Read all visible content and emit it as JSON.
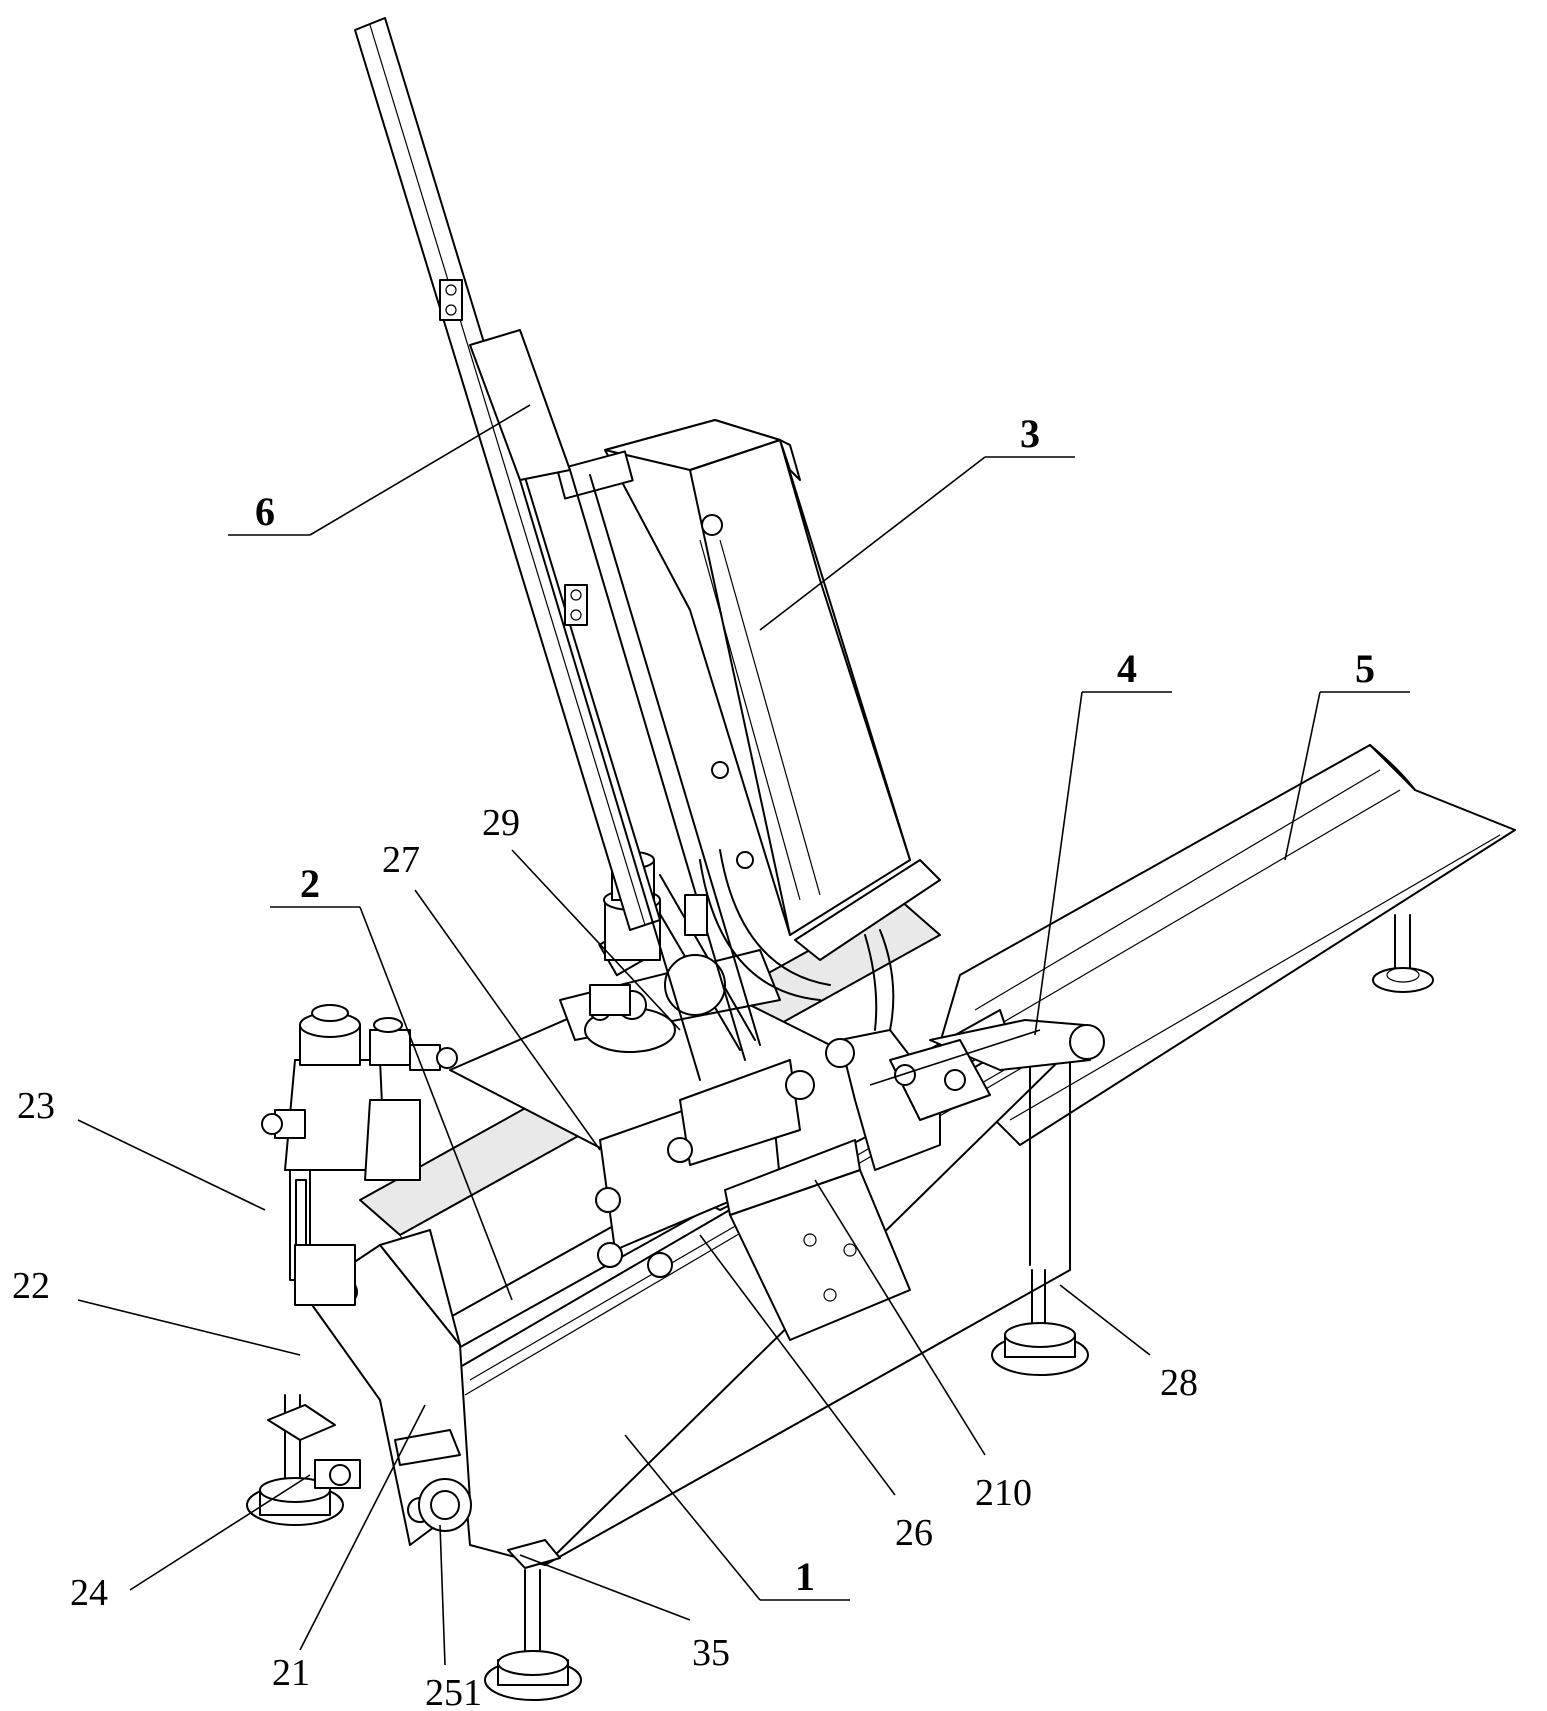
{
  "labels": {
    "l1": "1",
    "l2": "2",
    "l3": "3",
    "l4": "4",
    "l5": "5",
    "l6": "6",
    "l21": "21",
    "l22": "22",
    "l23": "23",
    "l24": "24",
    "l251": "251",
    "l26": "26",
    "l27": "27",
    "l28": "28",
    "l29": "29",
    "l210": "210",
    "l35": "35"
  }
}
